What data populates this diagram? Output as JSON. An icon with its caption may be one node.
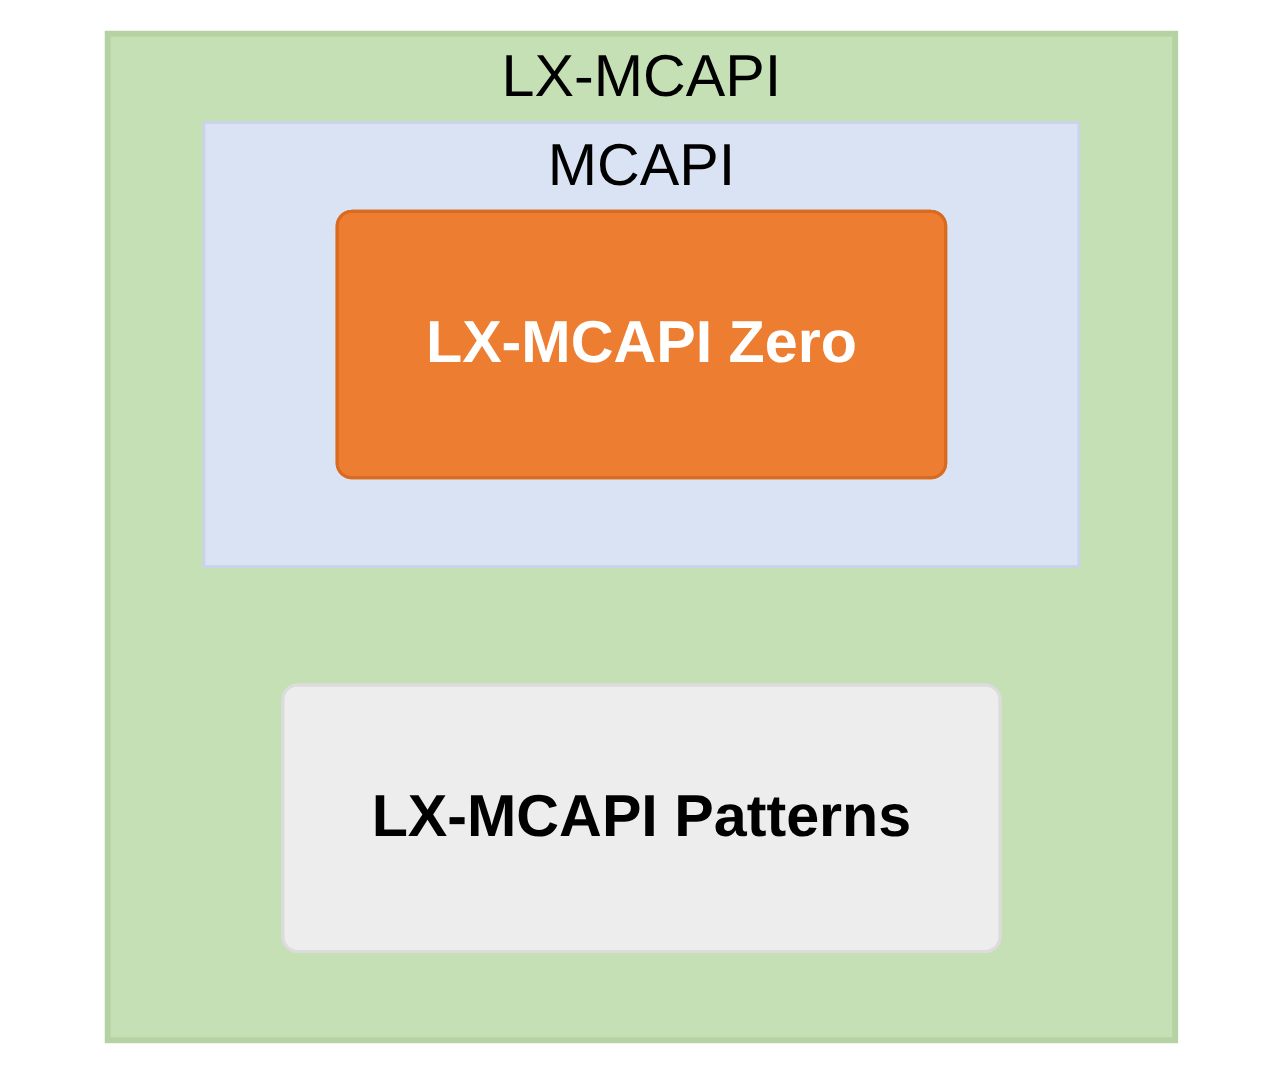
{
  "diagram": {
    "nodes": [
      {
        "text": [
          "LX-MCAPI"
        ]
      },
      {
        "text": [
          "MCAPI"
        ],
        "in": 0
      },
      {
        "text": [
          "LX-MCAPI Zero"
        ],
        "in": 1
      },
      {
        "text": [
          "LX-MCAPI Patterns"
        ],
        "in": 0
      }
    ]
  }
}
